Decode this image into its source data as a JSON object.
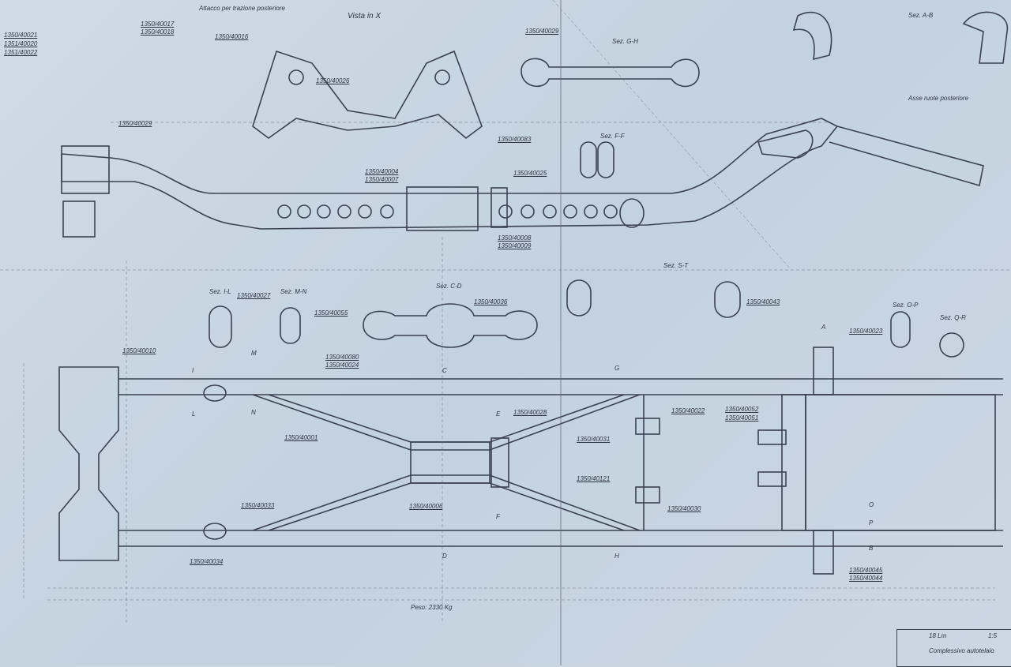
{
  "drawing": {
    "views": {
      "vista_x": "Vista in X",
      "sez_gh": "Sez. G-H",
      "sez_ab": "Sez. A-B",
      "sez_ff": "Sez. F-F",
      "sez_st": "Sez. S-T",
      "sez_il": "Sez. I-L",
      "sez_mn": "Sez. M-N",
      "sez_cd": "Sez. C-D",
      "sez_op": "Sez. O-P",
      "sez_qr": "Sez. Q-R",
      "top_note": "Attacco per trazione posteriore",
      "asse_ruote": "Asse ruote posteriore",
      "peso": "Peso: 2330 Kg"
    },
    "part_numbers": [
      "1350/40021",
      "1351/40020",
      "1351/40022",
      "1350/40017",
      "1350/40018",
      "1350/40016",
      "1350/40026",
      "1350/40029",
      "1350/40083",
      "1350/40004",
      "1350/40007",
      "1350/40025",
      "1350/40008",
      "1350/40009",
      "1350/40027",
      "1350/40055",
      "1350/40036",
      "1350/40080",
      "1350/40024",
      "1350/40010",
      "1350/40001",
      "1350/40028",
      "1350/40031",
      "1350/40006",
      "1350/40121",
      "1350/40030",
      "1350/40052",
      "1350/40051",
      "1350/40022",
      "1350/40033",
      "1350/40023",
      "1350/40045",
      "1350/40044",
      "1350/40029",
      "1350/40034",
      "1350/40043"
    ],
    "section_letters": [
      "A",
      "B",
      "C",
      "D",
      "E",
      "F",
      "G",
      "H",
      "I",
      "L",
      "M",
      "N",
      "O",
      "P"
    ],
    "title_block": {
      "code": "18 Lm",
      "scale": "1:5",
      "title": "Complessivo autotelaio"
    }
  }
}
